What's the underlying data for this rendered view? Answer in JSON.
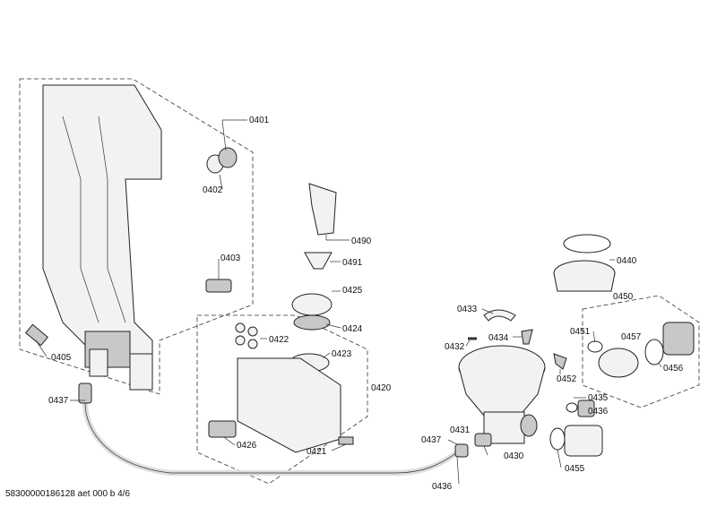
{
  "footer": "58300000186128 aet 000 b 4/6",
  "labels": {
    "p0401": "0401",
    "p0402": "0402",
    "p0403": "0403",
    "p0405": "0405",
    "p0437a": "0437",
    "p0490": "0490",
    "p0491": "0491",
    "p0425": "0425",
    "p0424": "0424",
    "p0422": "0422",
    "p0423": "0423",
    "p0420": "0420",
    "p0426": "0426",
    "p0421": "0421",
    "p0433": "0433",
    "p0432": "0432",
    "p0434": "0434",
    "p0440": "0440",
    "p0450": "0450",
    "p0451": "0451",
    "p0457": "0457",
    "p0452": "0452",
    "p0456": "0456",
    "p0435": "0435",
    "p0436a": "0436",
    "p0431": "0431",
    "p0437b": "0437",
    "p0430": "0430",
    "p0455": "0455",
    "p0436b": "0436"
  }
}
